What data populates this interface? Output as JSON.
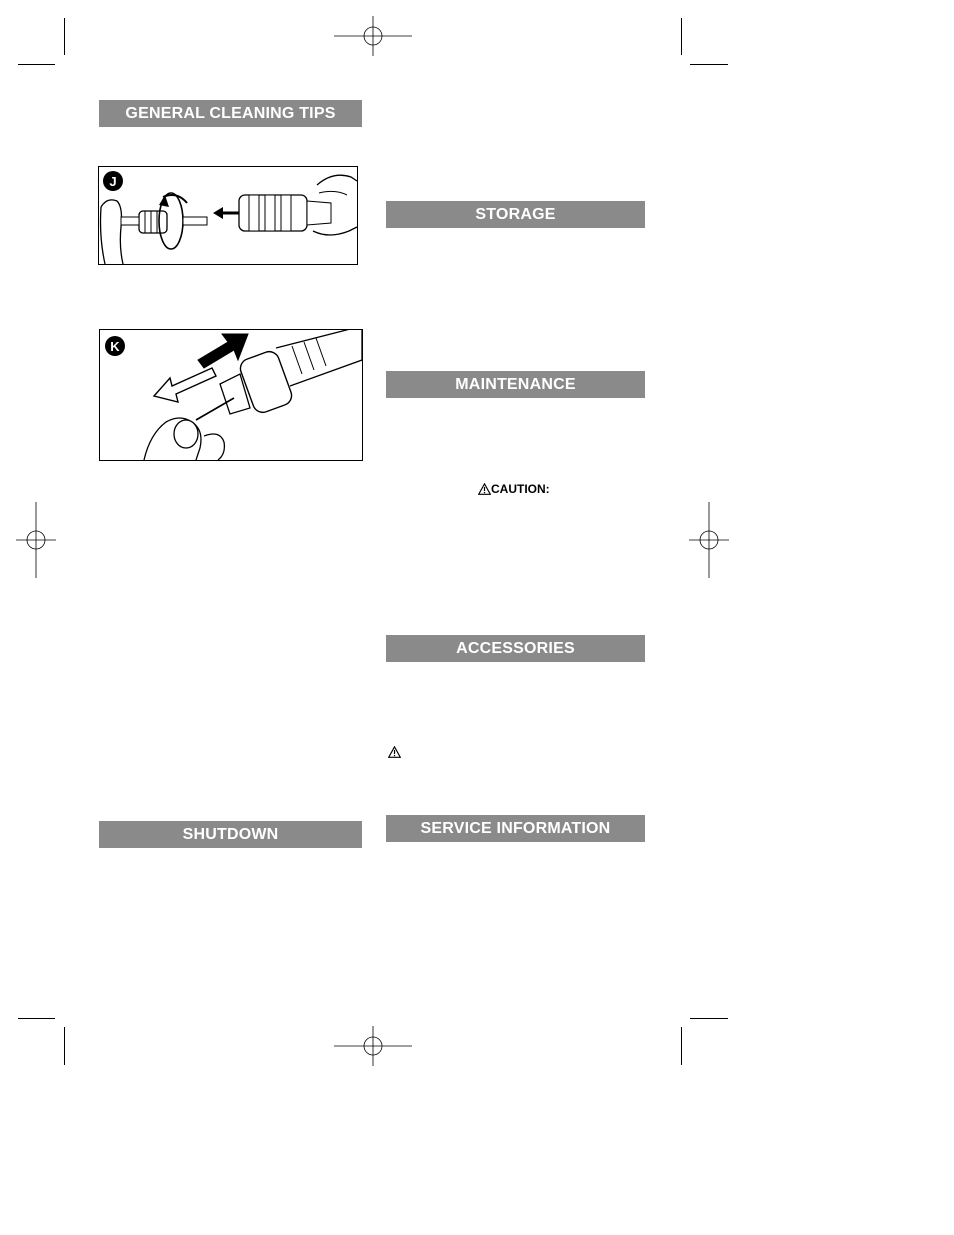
{
  "sections": {
    "general_cleaning_tips": "GENERAL CLEANING TIPS",
    "shutdown": "SHUTDOWN",
    "storage": "STORAGE",
    "maintenance": "MAINTENANCE",
    "accessories": "ACCESSORIES",
    "service_information": "SERVICE INFORMATION"
  },
  "figures": {
    "j_label": "J",
    "k_label": "K"
  },
  "caution": {
    "label": "CAUTION:"
  },
  "icons": {
    "warning": "warning-triangle-icon",
    "registration": "registration-mark-icon"
  }
}
